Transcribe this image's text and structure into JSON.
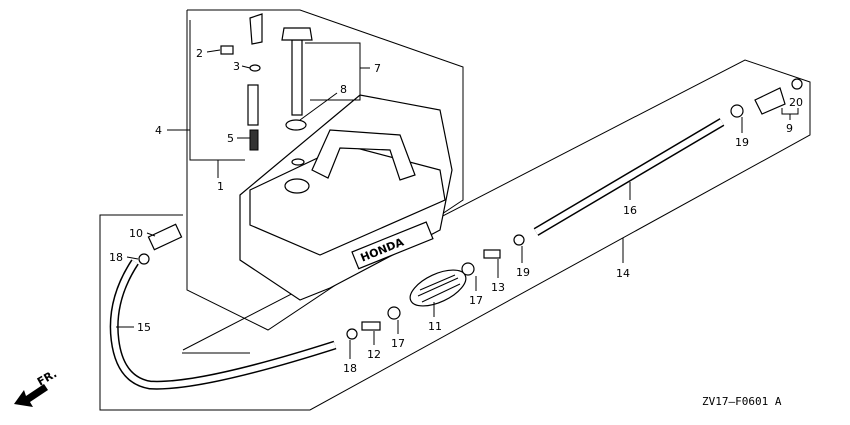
{
  "diagram": {
    "title_code": "ZV17—F0601 A",
    "front_marker": "FR.",
    "tank_brand": "HONDA",
    "callouts": [
      "1",
      "2",
      "3",
      "4",
      "5",
      "7",
      "8",
      "9",
      "10",
      "11",
      "12",
      "13",
      "14",
      "15",
      "16",
      "17",
      "17",
      "18",
      "18",
      "19",
      "19",
      "20"
    ]
  }
}
